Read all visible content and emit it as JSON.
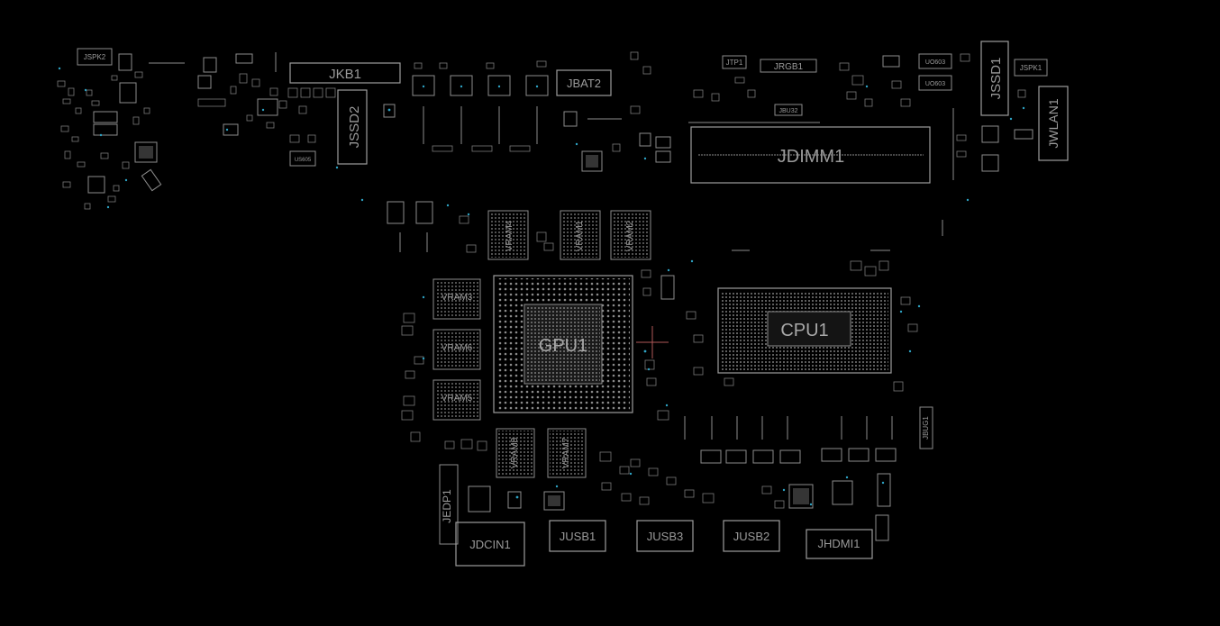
{
  "board": {
    "background": "#000000",
    "outline_color": "#8c8c8c",
    "label_color": "#9a9a9a",
    "via_color": "#2ea3c4",
    "cursor_color": "#c06060"
  },
  "labels": {
    "jspk2": "JSPK2",
    "jkb1": "JKB1",
    "jssd2": "JSSD2",
    "jbat2": "JBAT2",
    "jtp1": "JTP1",
    "jrgb1": "JRGB1",
    "jbu32": "JBU32",
    "jdimm1": "JDIMM1",
    "uo603a": "UO603",
    "uo603b": "UO603",
    "jssd1": "JSSD1",
    "jspk1": "JSPK1",
    "jwlan1": "JWLAN1",
    "us605": "US605",
    "vram4": "VRAM4",
    "vram1": "VRAM1",
    "vram2": "VRAM2",
    "vram3": "VRAM3",
    "vram6": "VRAM6",
    "vram5": "VRAM5",
    "vram8": "VRAM8",
    "vram7": "VRAM7",
    "gpu1": "GPU1",
    "cpu1": "CPU1",
    "jbug1": "JBUG1",
    "jedp1": "JEDP1",
    "jdcin1": "JDCIN1",
    "jusb1": "JUSB1",
    "jusb3": "JUSB3",
    "jusb2": "JUSB2",
    "jhdmi1": "JHDMI1"
  }
}
